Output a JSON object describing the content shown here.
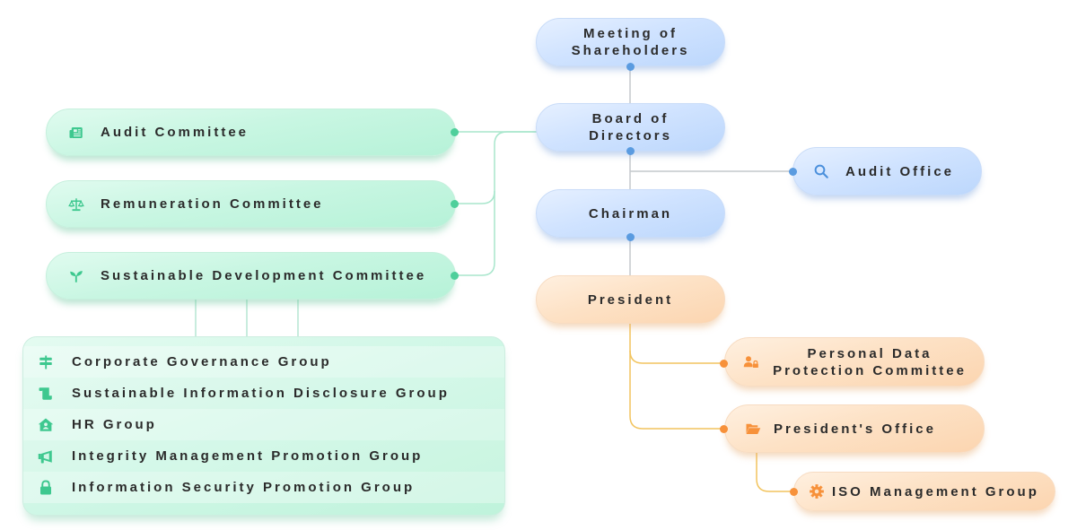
{
  "colors": {
    "blue_accent": "#5a9be0",
    "green_accent": "#4fcf9b",
    "orange_accent": "#f7913a"
  },
  "nodes": {
    "shareholders": {
      "line1": "Meeting of",
      "line2": "Shareholders"
    },
    "board": {
      "line1": "Board of",
      "line2": "Directors"
    },
    "chairman": {
      "label": "Chairman"
    },
    "president": {
      "label": "President"
    },
    "audit_office": {
      "label": "Audit Office",
      "icon": "search-icon"
    },
    "audit_committee": {
      "label": "Audit Committee",
      "icon": "newspaper-icon"
    },
    "remuneration_committee": {
      "label": "Remuneration Committee",
      "icon": "scale-icon"
    },
    "sustainable_committee": {
      "label": "Sustainable Development Committee",
      "icon": "seedling-icon"
    },
    "personal_data": {
      "line1": "Personal Data",
      "line2": "Protection Committee",
      "icon": "user-lock-icon"
    },
    "presidents_office": {
      "label": "President's Office",
      "icon": "folder-open-icon"
    },
    "iso_group": {
      "label": "ISO Management Group",
      "icon": "gear-icon"
    }
  },
  "groups": [
    {
      "label": "Corporate Governance Group",
      "icon": "signpost-icon"
    },
    {
      "label": "Sustainable Information Disclosure Group",
      "icon": "scroll-icon"
    },
    {
      "label": "HR Group",
      "icon": "house-user-icon"
    },
    {
      "label": "Integrity Management Promotion Group",
      "icon": "megaphone-icon"
    },
    {
      "label": "Information Security Promotion Group",
      "icon": "lock-icon"
    }
  ]
}
